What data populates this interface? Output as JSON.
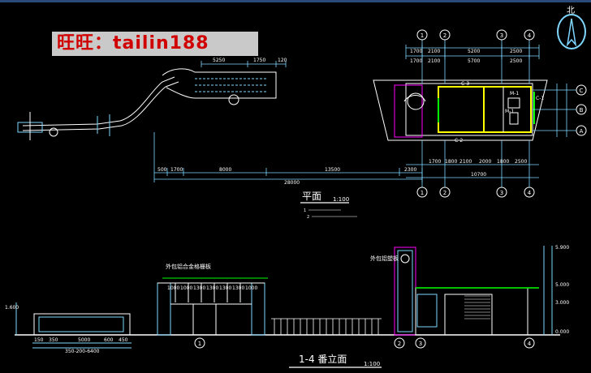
{
  "watermark": "旺旺：tailin188",
  "north_label": "北",
  "plan": {
    "title": "平面",
    "scale": "1:100",
    "notes": [
      "1",
      "2"
    ],
    "top_dims_a": [
      "1700",
      "2100",
      "5200",
      "2500"
    ],
    "top_dims_b": [
      "1700",
      "2100",
      "5700",
      "2500"
    ],
    "grid_top": [
      "1",
      "2",
      "3",
      "4"
    ],
    "grid_right": [
      "C",
      "B",
      "A"
    ],
    "overall_bottom": [
      "1700",
      "1800",
      "2100",
      "2000",
      "1800",
      "2500"
    ],
    "overall_total": "10700",
    "drive_dims": [
      "500",
      "1700",
      "8000",
      "13500",
      "2300"
    ],
    "drive_total": "28000",
    "path_dims_top": [
      "5250",
      "1750",
      "120"
    ],
    "room_labels": [
      "C-3",
      "M-1",
      "C-1",
      "C-2",
      "M-1"
    ]
  },
  "elevation": {
    "title": "1-4 番立面",
    "scale": "1:100",
    "label_left": "外包铝合金格栅板",
    "label_right": "外包铝塑板",
    "bay_dims": [
      "1000",
      "1000",
      "1300",
      "1300",
      "1300",
      "1300",
      "1000"
    ],
    "bottom_dims": [
      "150",
      "350",
      "5000",
      "600",
      "450"
    ],
    "total_bottom": "350-200-6400",
    "right_elevs": [
      "5.900",
      "5.000",
      "3.000",
      "0.000"
    ],
    "left_elev": "1.600",
    "grid_marks": [
      "1",
      "2",
      "3",
      "4"
    ]
  }
}
